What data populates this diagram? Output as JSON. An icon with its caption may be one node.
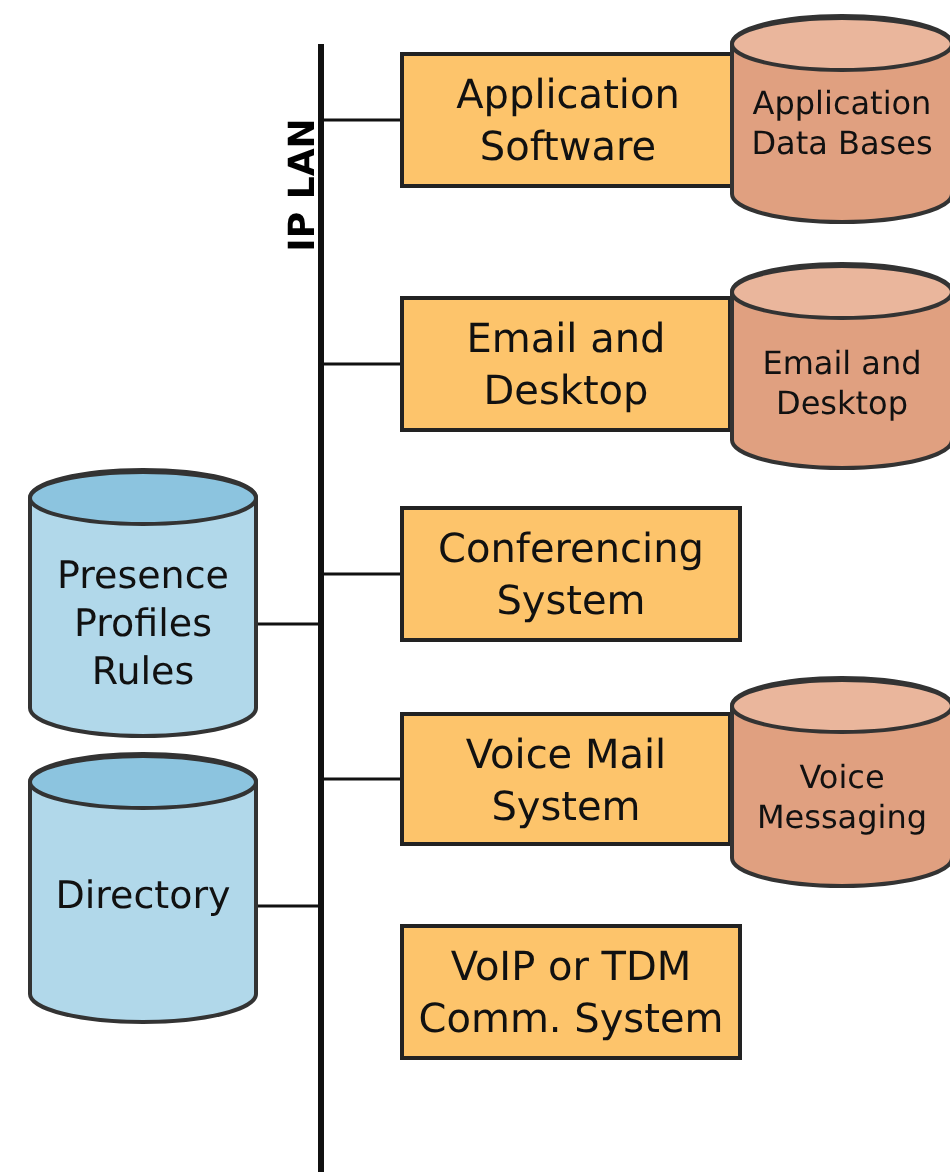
{
  "diagram": {
    "nodes": [
      {
        "text": [],
        "shape": "bar",
        "beside": [
          "IP LAN"
        ]
      },
      {
        "text": [
          "Application Software"
        ]
      },
      {
        "text": [
          "Application Data Bases"
        ]
      },
      {
        "text": [
          "Email and Desktop"
        ]
      },
      {
        "text": [
          "Email and Desktop"
        ]
      },
      {
        "text": [
          "Conferencing System"
        ]
      },
      {
        "text": [
          "Presence Profiles Rules"
        ]
      },
      {
        "text": [
          "Voice Mail System"
        ]
      },
      {
        "text": [
          "Voice Messaging"
        ]
      },
      {
        "text": [
          "Directory"
        ]
      },
      {
        "text": [
          "VoIP or TDM Comm. System"
        ]
      }
    ],
    "edges": [
      {
        "from": 0,
        "to": 1,
        "arrow": "none"
      },
      {
        "from": 0,
        "to": 3,
        "arrow": "none"
      },
      {
        "from": 0,
        "to": 5,
        "arrow": "none"
      },
      {
        "from": 6,
        "to": 0,
        "arrow": "none"
      },
      {
        "from": 0,
        "to": 7,
        "arrow": "none"
      },
      {
        "from": 9,
        "to": 0,
        "arrow": "none"
      }
    ]
  }
}
